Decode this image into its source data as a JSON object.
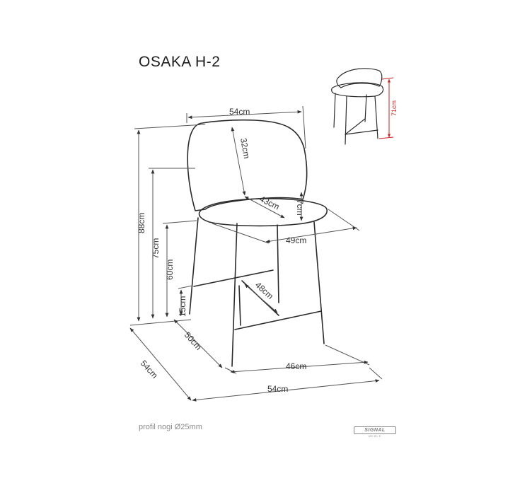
{
  "title": "OSAKA H-2",
  "footer_note": "profil nogi Ø25mm",
  "logo": {
    "name": "SIGNAL",
    "sub": "MEBLE"
  },
  "dimensions": {
    "backrest_width": "54cm",
    "backrest_height": "32cm",
    "total_height": "88cm",
    "backrest_top_height": "75cm",
    "seat_height": "60cm",
    "footrest_height": "15cm",
    "seat_depth": "43cm",
    "seat_thickness": "7cm",
    "seat_width": "49cm",
    "leg_span_diagonal": "48cm",
    "base_depth": "50cm",
    "base_width": "46cm",
    "total_depth": "54cm",
    "total_width": "54cm",
    "armrest_height": "71cm"
  },
  "colors": {
    "line": "#2b2b2b",
    "arrow": "#333333",
    "accent": "#cc1f1f"
  }
}
